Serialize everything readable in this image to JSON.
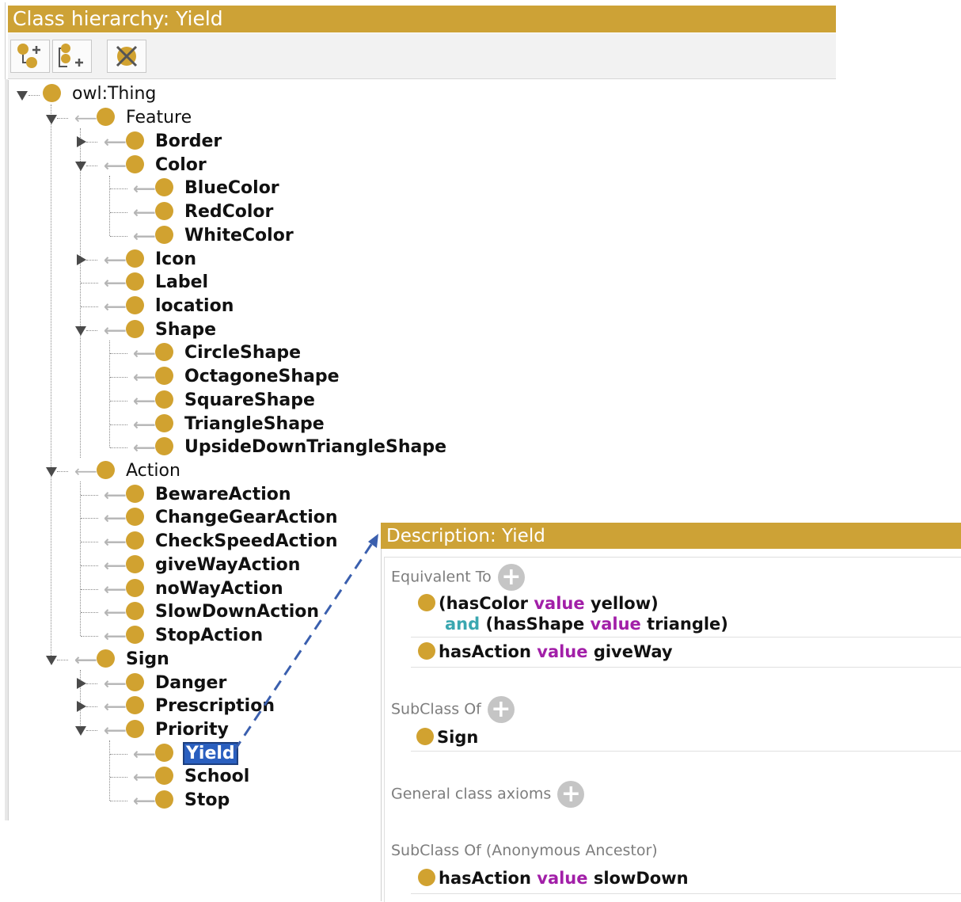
{
  "hierarchy": {
    "title": "Class hierarchy: Yield",
    "nodes": {
      "n0": "owl:Thing",
      "n1": "Feature",
      "n2": "Border",
      "n3": "Color",
      "n4": "BlueColor",
      "n5": "RedColor",
      "n6": "WhiteColor",
      "n7": "Icon",
      "n8": "Label",
      "n9": "location",
      "n10": "Shape",
      "n11": "CircleShape",
      "n12": "OctagoneShape",
      "n13": "SquareShape",
      "n14": "TriangleShape",
      "n15": "UpsideDownTriangleShape",
      "n16": "Action",
      "n17": "BewareAction",
      "n18": "ChangeGearAction",
      "n19": "CheckSpeedAction",
      "n20": "giveWayAction",
      "n21": "noWayAction",
      "n22": "SlowDownAction",
      "n23": "StopAction",
      "n24": "Sign",
      "n25": "Danger",
      "n26": "Prescription",
      "n27": "Priority",
      "n28": "Yield",
      "n29": "School",
      "n30": "Stop"
    },
    "selected": "Yield",
    "toolbar_icons": [
      "add-subclass-icon",
      "add-sibling-class-icon",
      "delete-class-icon"
    ],
    "node_icon": "class-circle-icon"
  },
  "description": {
    "title": "Description: Yield",
    "equivalent_to_label": "Equivalent To",
    "eq1": {
      "p1": "(hasColor",
      "k1": "value",
      "v1": "yellow)",
      "and": "and",
      "p2": "(hasShape",
      "k2": "value",
      "v2": "triangle)"
    },
    "eq2": {
      "p": "hasAction",
      "k": "value",
      "v": "giveWay"
    },
    "subclass_of_label": "SubClass Of",
    "subclass_of_value": "Sign",
    "general_axioms_label": "General class axioms",
    "anon_ancestor_label": "SubClass Of (Anonymous Ancestor)",
    "anon": {
      "p": "hasAction",
      "k": "value",
      "v": "slowDown"
    }
  },
  "colors": {
    "header": "#cda236",
    "class_icon": "#d1a230",
    "keyword": "#a21fa8",
    "and_keyword": "#3aa7b0",
    "selection": "#2a5fbf"
  }
}
